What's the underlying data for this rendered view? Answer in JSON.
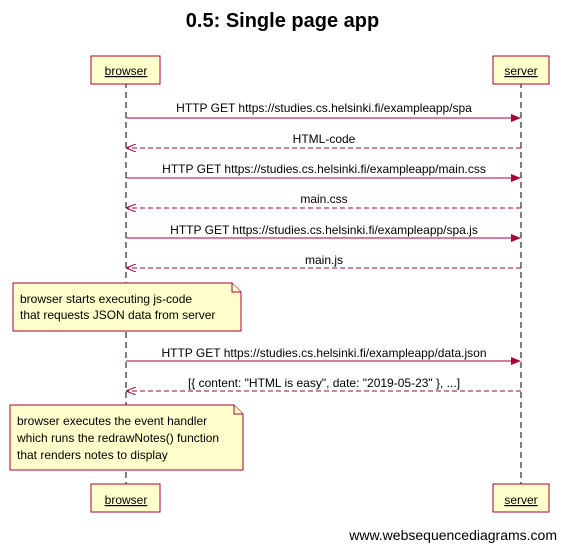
{
  "title": "0.5: Single page app",
  "participants": {
    "browser": "browser",
    "server": "server"
  },
  "messages": [
    {
      "label": "HTTP GET https://studies.cs.helsinki.fi/exampleapp/spa",
      "from": "browser",
      "to": "server",
      "style": "solid"
    },
    {
      "label": "HTML-code",
      "from": "server",
      "to": "browser",
      "style": "dashed"
    },
    {
      "label": "HTTP GET https://studies.cs.helsinki.fi/exampleapp/main.css",
      "from": "browser",
      "to": "server",
      "style": "solid"
    },
    {
      "label": "main.css",
      "from": "server",
      "to": "browser",
      "style": "dashed"
    },
    {
      "label": "HTTP GET https://studies.cs.helsinki.fi/exampleapp/spa.js",
      "from": "browser",
      "to": "server",
      "style": "solid"
    },
    {
      "label": "main.js",
      "from": "server",
      "to": "browser",
      "style": "dashed"
    },
    {
      "label": "HTTP GET https://studies.cs.helsinki.fi/exampleapp/data.json",
      "from": "browser",
      "to": "server",
      "style": "solid"
    },
    {
      "label": "[{ content: \"HTML is easy\", date: \"2019-05-23\" }, ...]",
      "from": "server",
      "to": "browser",
      "style": "dashed"
    }
  ],
  "notes": [
    {
      "lines": [
        "browser starts executing js-code",
        "that requests JSON data from server"
      ]
    },
    {
      "lines": [
        "browser executes the event handler",
        "which runs the redrawNotes() function",
        "that renders notes to display"
      ]
    }
  ],
  "watermark": "www.websequencediagrams.com",
  "colors": {
    "arrow": "#a80036",
    "box_fill": "#ffffcc",
    "box_border": "#a80036"
  }
}
